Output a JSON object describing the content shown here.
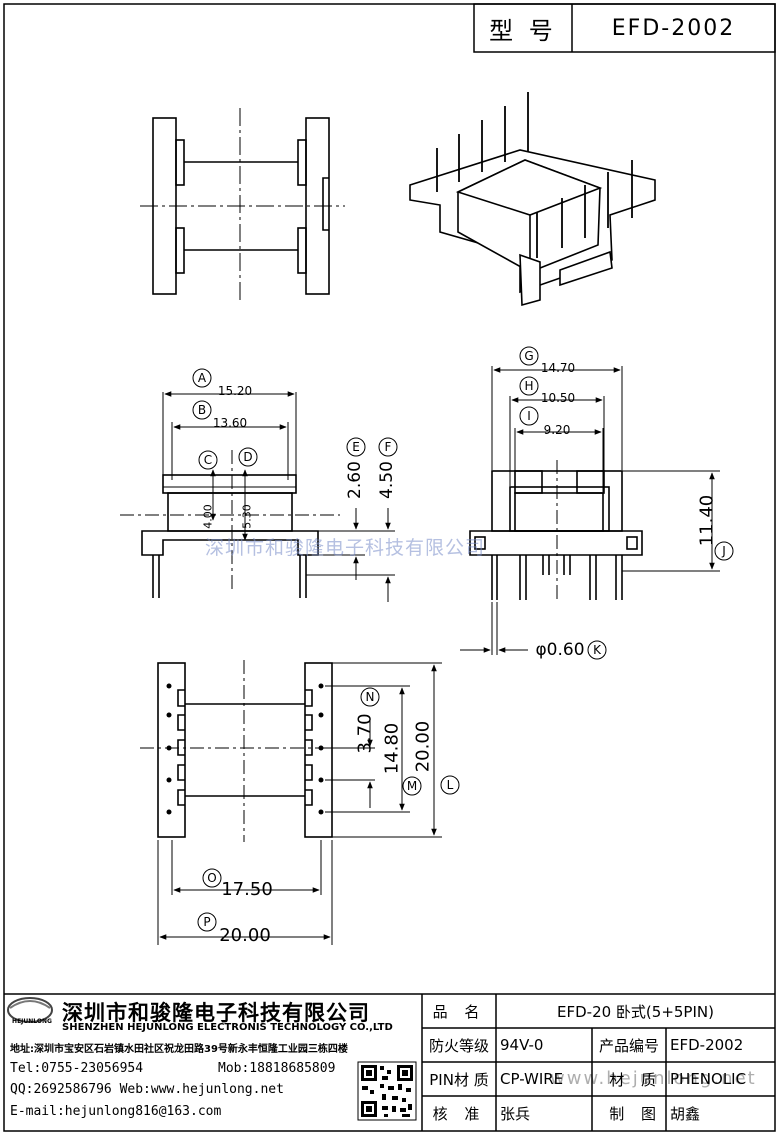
{
  "header": {
    "model_label": "型 号",
    "model_value": "EFD-2002"
  },
  "dims": {
    "a": {
      "letter": "A",
      "value": "15.20"
    },
    "b": {
      "letter": "B",
      "value": "13.60"
    },
    "c": {
      "letter": "C",
      "value": "4.00"
    },
    "d": {
      "letter": "D",
      "value": "5.30"
    },
    "e": {
      "letter": "E",
      "value": "2.60"
    },
    "f": {
      "letter": "F",
      "value": "4.50"
    },
    "g": {
      "letter": "G",
      "value": "14.70"
    },
    "h": {
      "letter": "H",
      "value": "10.50"
    },
    "i": {
      "letter": "I",
      "value": "9.20"
    },
    "j": {
      "letter": "J",
      "value": "11.40"
    },
    "k": {
      "letter": "K",
      "value": "φ0.60"
    },
    "l": {
      "letter": "L",
      "value": "20.00"
    },
    "m": {
      "letter": "M",
      "value": "14.80"
    },
    "n": {
      "letter": "N",
      "value": "3.70"
    },
    "o": {
      "letter": "O",
      "value": "17.50"
    },
    "p": {
      "letter": "P",
      "value": "20.00"
    }
  },
  "watermark_center": "深圳市和骏隆电子科技有限公司",
  "watermark_url": "www.hejunlong.net",
  "company": {
    "logo_text": "HEJUNLONG",
    "name_cn": "深圳市和骏隆电子科技有限公司",
    "name_en": "SHENZHEN HEJUNLONG ELECTRONIS TECHNOLOGY CO.,LTD",
    "address": "地址:深圳市宝安区石岩镇水田社区祝龙田路39号新永丰恒隆工业园三栋四楼",
    "tel": "Tel:0755-23056954",
    "mob": "Mob:18818685809",
    "qq_web": "QQ:2692586796 Web:www.hejunlong.net",
    "email": "E-mail:hejunlong816@163.com"
  },
  "table": {
    "name_label": "品 名",
    "name_value": "EFD-20 卧式(5+5PIN)",
    "fire_label": "防火等级",
    "fire_value": "94V-0",
    "code_label": "产品编号",
    "code_value": "EFD-2002",
    "pin_label": "PIN材 质",
    "pin_value": "CP-WIRE",
    "mat_label": "材 质",
    "mat_value": "PHENOLIC",
    "check_label": "核 准",
    "check_value": "张兵",
    "draw_label": "制 图",
    "draw_value": "胡鑫"
  }
}
